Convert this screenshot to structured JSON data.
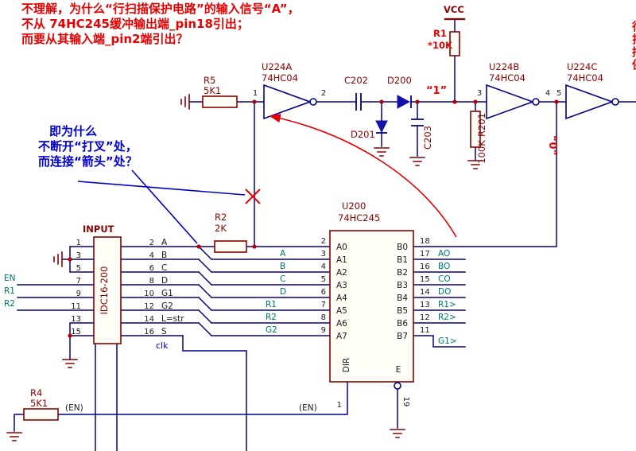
{
  "notes": {
    "red_lines": [
      "不理解，为什么“行扫描保护电路”的输入信号“A”，",
      "不从 74HC245缓冲输出端_pin18引出；",
      "而要从其输入端_pin2端引出？"
    ],
    "blue_lines": [
      "即为什么",
      "不断开“打叉”处，",
      "而连接“箭头”处？"
    ],
    "edge_text": "行扫描保"
  },
  "power": {
    "vcc": "VCC"
  },
  "nets": {
    "one": "“1”",
    "zero": "“0”",
    "clk": "clk",
    "en1": "(EN)",
    "en2": "(EN)",
    "left": [
      "EN",
      "R1",
      "R2"
    ],
    "mid": [
      "A",
      "B",
      "C",
      "D",
      "R1",
      "R2",
      "G2"
    ],
    "right": [
      "AO",
      "BO",
      "CO",
      "DO",
      "R1>",
      "R2>",
      "G1>"
    ]
  },
  "components": {
    "r5": {
      "ref": "R5",
      "val": "5K1"
    },
    "r4": {
      "ref": "R4",
      "val": "5K1"
    },
    "r2": {
      "ref": "R2",
      "val": "2K"
    },
    "r1": {
      "ref": "R1",
      "val": "*10K"
    },
    "r201": {
      "ref": "R201",
      "val": "100K"
    },
    "c202": {
      "ref": "C202"
    },
    "c203": {
      "ref": "C203"
    },
    "d200": {
      "ref": "D200"
    },
    "d201": {
      "ref": "D201"
    },
    "u224a": {
      "ref": "U224A",
      "part": "74HC04"
    },
    "u224b": {
      "ref": "U224B",
      "part": "74HC04"
    },
    "u224c": {
      "ref": "U224C",
      "part": "74HC04"
    },
    "u200": {
      "ref": "U200",
      "part": "74HC245",
      "dir": "DIR",
      "e": "E"
    },
    "idc": {
      "title": "INPUT",
      "name": "IDC16-200"
    }
  },
  "pins": {
    "inv": [
      "1",
      "2",
      "3",
      "4",
      "5"
    ],
    "u200_left_nums": [
      "2",
      "3",
      "4",
      "5",
      "6",
      "7",
      "8",
      "9"
    ],
    "u200_left_names": [
      "A0",
      "A1",
      "A2",
      "A3",
      "A4",
      "A5",
      "A6",
      "A7"
    ],
    "u200_right_nums": [
      "18",
      "17",
      "16",
      "15",
      "14",
      "13",
      "12",
      "11"
    ],
    "u200_right_names": [
      "B0",
      "B1",
      "B2",
      "B3",
      "B4",
      "B5",
      "B6",
      "B7"
    ],
    "u200_dir": "1",
    "u200_e": "19",
    "idc_left": [
      "1",
      "3",
      "5",
      "7",
      "9",
      "11",
      "13",
      "15"
    ],
    "idc_right_nums": [
      "2",
      "4",
      "6",
      "8",
      "10",
      "12",
      "14",
      "16"
    ],
    "idc_right_names": [
      "A",
      "B",
      "C",
      "D",
      "G1",
      "G2",
      "L=str",
      "S"
    ]
  }
}
